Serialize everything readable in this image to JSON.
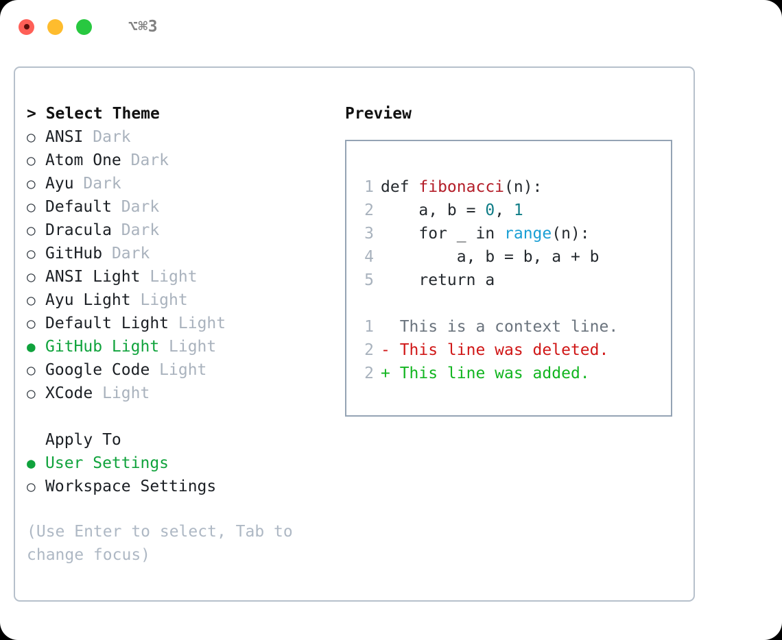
{
  "titlebar": {
    "shortcut": "⌥⌘3",
    "lights": [
      {
        "name": "close-button",
        "color": "#ff5f57"
      },
      {
        "name": "minimize-button",
        "color": "#febc2e"
      },
      {
        "name": "maximize-button",
        "color": "#28c840"
      }
    ]
  },
  "theme_panel": {
    "heading": "> Select Theme",
    "prompt": ">",
    "marker_unselected": "○",
    "marker_selected": "●",
    "items": [
      {
        "name": "ANSI",
        "kind": "Dark",
        "selected": false
      },
      {
        "name": "Atom One",
        "kind": "Dark",
        "selected": false
      },
      {
        "name": "Ayu",
        "kind": "Dark",
        "selected": false
      },
      {
        "name": "Default",
        "kind": "Dark",
        "selected": false
      },
      {
        "name": "Dracula",
        "kind": "Dark",
        "selected": false
      },
      {
        "name": "GitHub",
        "kind": "Dark",
        "selected": false
      },
      {
        "name": "ANSI Light",
        "kind": "Light",
        "selected": false
      },
      {
        "name": "Ayu Light",
        "kind": "Light",
        "selected": false
      },
      {
        "name": "Default Light",
        "kind": "Light",
        "selected": false
      },
      {
        "name": "GitHub Light",
        "kind": "Light",
        "selected": true
      },
      {
        "name": "Google Code",
        "kind": "Light",
        "selected": false
      },
      {
        "name": "XCode",
        "kind": "Light",
        "selected": false
      }
    ]
  },
  "apply_to": {
    "heading": "Apply To",
    "options": [
      {
        "label": "User Settings",
        "selected": true
      },
      {
        "label": "Workspace Settings",
        "selected": false
      }
    ]
  },
  "hint": "(Use Enter to select, Tab to change focus)",
  "preview": {
    "heading": "Preview",
    "code_lines": [
      {
        "no": "1",
        "tokens": [
          {
            "t": "def ",
            "c": "plain"
          },
          {
            "t": "fibonacci",
            "c": "fn"
          },
          {
            "t": "(n):",
            "c": "plain"
          }
        ]
      },
      {
        "no": "2",
        "tokens": [
          {
            "t": "    a, b = ",
            "c": "plain"
          },
          {
            "t": "0",
            "c": "num"
          },
          {
            "t": ", ",
            "c": "plain"
          },
          {
            "t": "1",
            "c": "num"
          }
        ]
      },
      {
        "no": "3",
        "tokens": [
          {
            "t": "    for _ in ",
            "c": "plain"
          },
          {
            "t": "range",
            "c": "call"
          },
          {
            "t": "(n):",
            "c": "plain"
          }
        ]
      },
      {
        "no": "4",
        "tokens": [
          {
            "t": "        a, b = b, a + b",
            "c": "plain"
          }
        ]
      },
      {
        "no": "5",
        "tokens": [
          {
            "t": "    return a",
            "c": "plain"
          }
        ]
      }
    ],
    "diff_lines": [
      {
        "no": "1",
        "sign": " ",
        "text": "  This is a context line.",
        "kind": "ctx"
      },
      {
        "no": "2",
        "sign": " ",
        "text": "- This line was deleted.",
        "kind": "del"
      },
      {
        "no": "2",
        "sign": " ",
        "text": "+ This line was added.",
        "kind": "add"
      }
    ]
  },
  "colors": {
    "accent_green": "#10a33c",
    "border_outer": "#b6c0cb",
    "border_preview": "#94a3b4",
    "muted": "#a9b2bd",
    "hint": "#aeb8c4",
    "syntax_function": "#b31d28",
    "syntax_number": "#0e7c86",
    "syntax_call": "#1a9fd4",
    "diff_deleted": "#d01717",
    "diff_added": "#12b520",
    "diff_context": "#6a737d"
  }
}
